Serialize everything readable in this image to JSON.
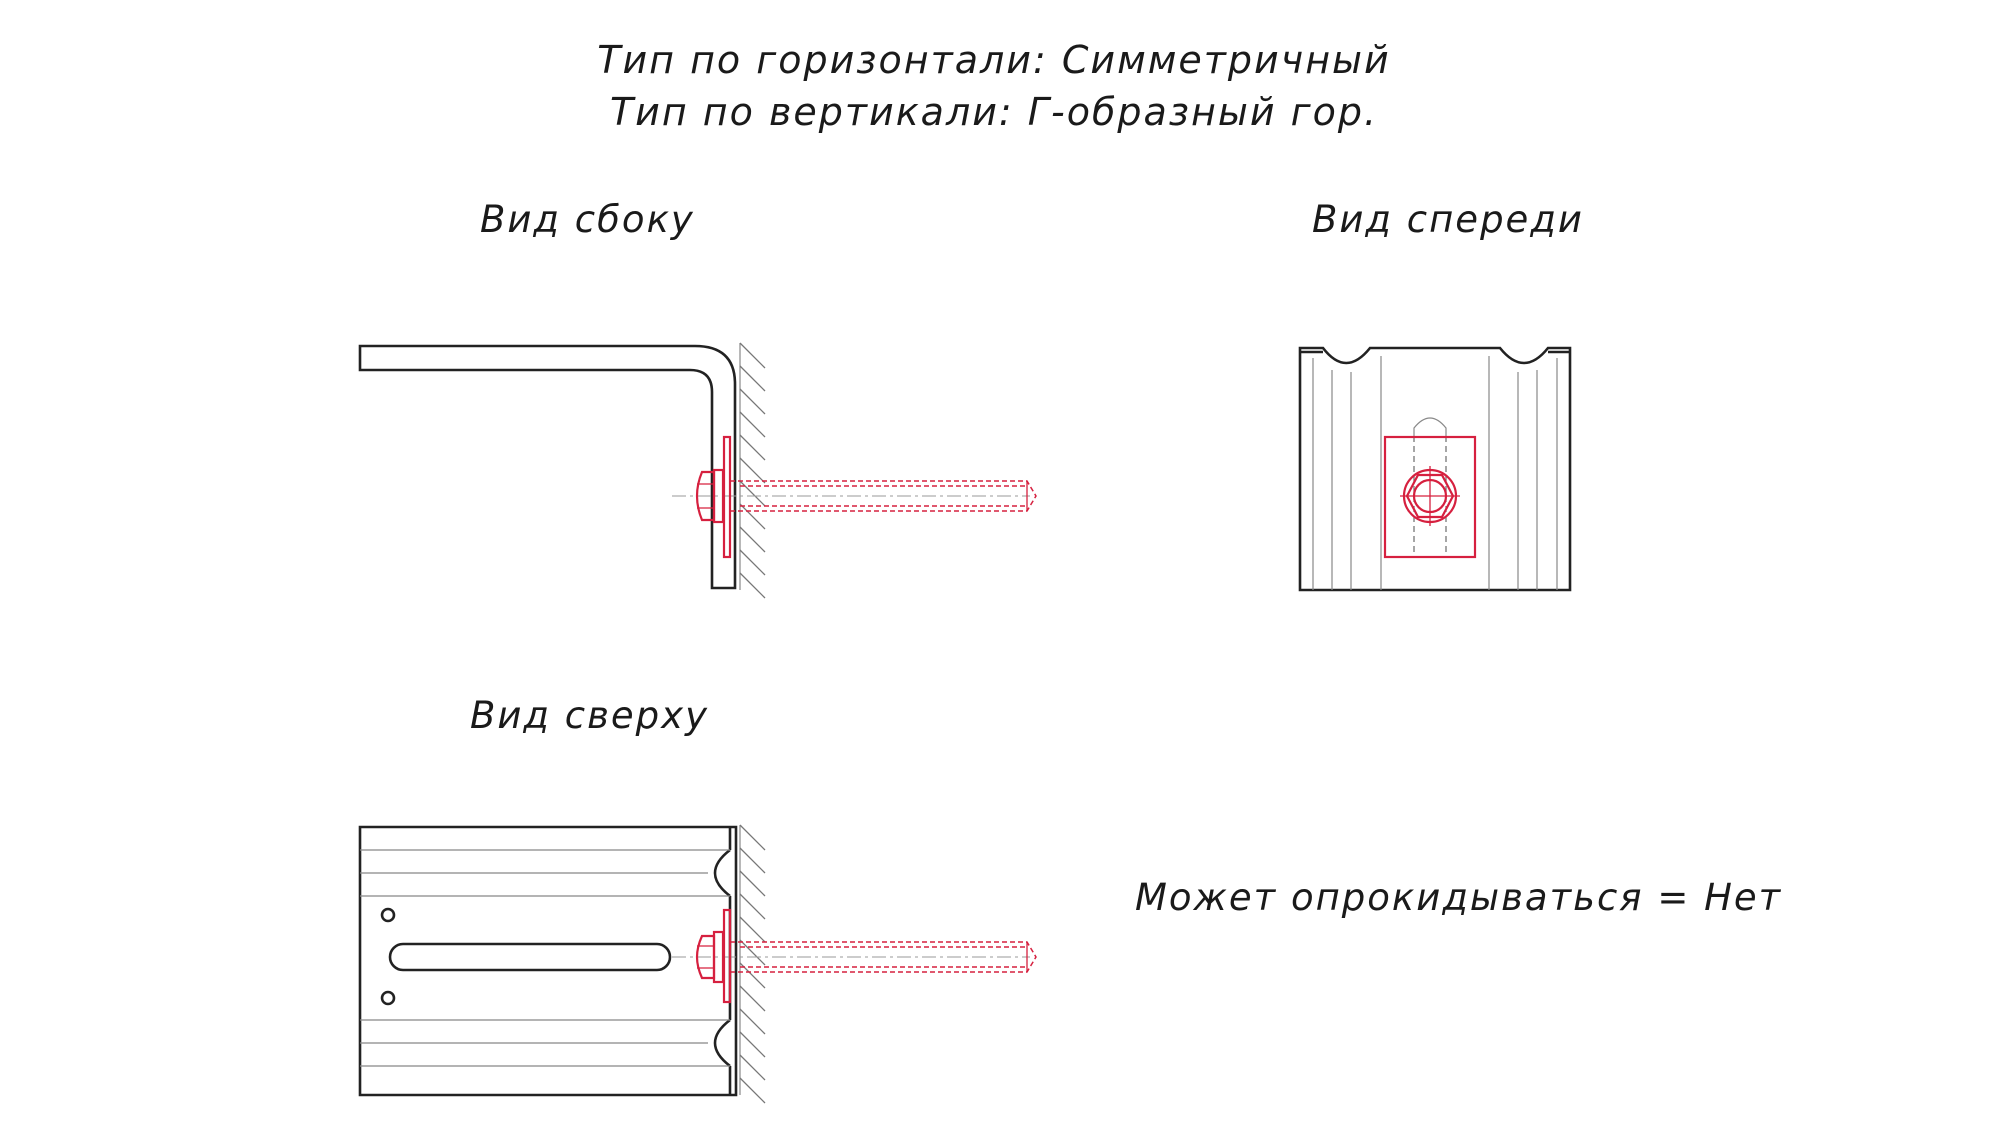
{
  "header": {
    "line1": "Тип по горизонтали: Симметричный",
    "line2": "Тип по вертикали: Г-образный гор."
  },
  "views": {
    "side": "Вид сбоку",
    "front": "Вид спереди",
    "top": "Вид сверху"
  },
  "property": "Может опрокидываться = Нет",
  "colors": {
    "line": "#222222",
    "anchor": "#d6203f",
    "hatch": "#777777"
  }
}
